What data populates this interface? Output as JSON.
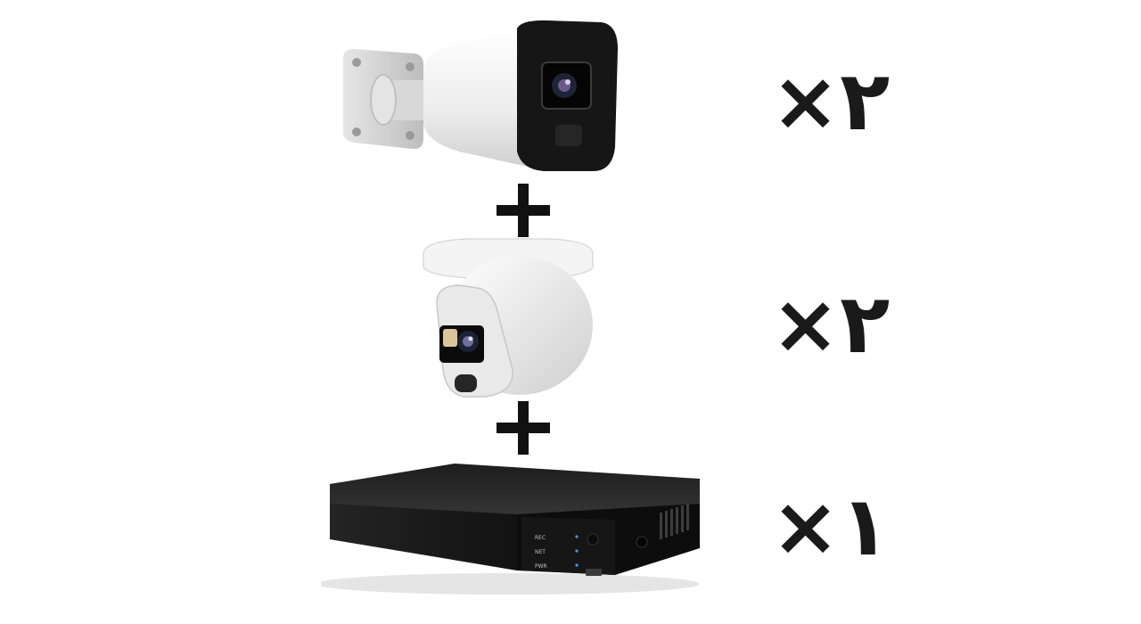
{
  "quantities": {
    "bullet_camera": "×۲",
    "dome_camera": "×۲",
    "nvr": "×۱"
  },
  "separators": [
    "+",
    "+"
  ],
  "icons": {
    "bullet_camera": "bullet-camera-icon",
    "dome_camera": "dome-camera-icon",
    "nvr": "nvr-recorder-icon",
    "plus": "plus-icon"
  },
  "colors": {
    "text": "#1a1a1a",
    "camera_body": "#f2f2f2",
    "camera_face": "#111111",
    "nvr_body": "#2b2b2b"
  }
}
